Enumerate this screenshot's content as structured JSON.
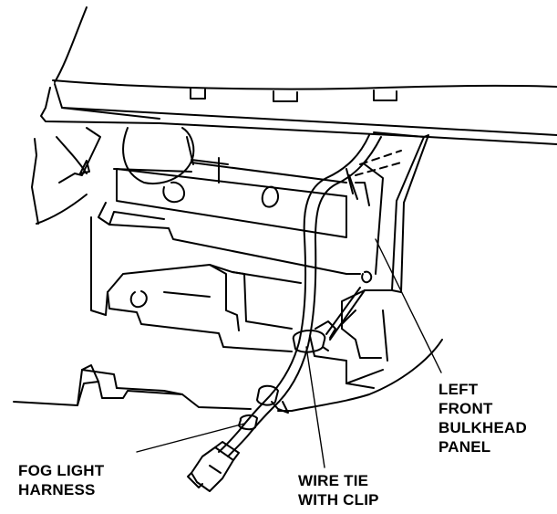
{
  "callouts": {
    "bulkhead": {
      "lines": [
        "LEFT",
        "FRONT",
        "BULKHEAD",
        "PANEL"
      ]
    },
    "fog_light_harness": {
      "lines": [
        "FOG LIGHT",
        "HARNESS"
      ]
    },
    "wire_tie": {
      "lines": [
        "WIRE TIE",
        "WITH CLIP"
      ]
    }
  },
  "colors": {
    "line": "#000000",
    "background": "#ffffff"
  }
}
